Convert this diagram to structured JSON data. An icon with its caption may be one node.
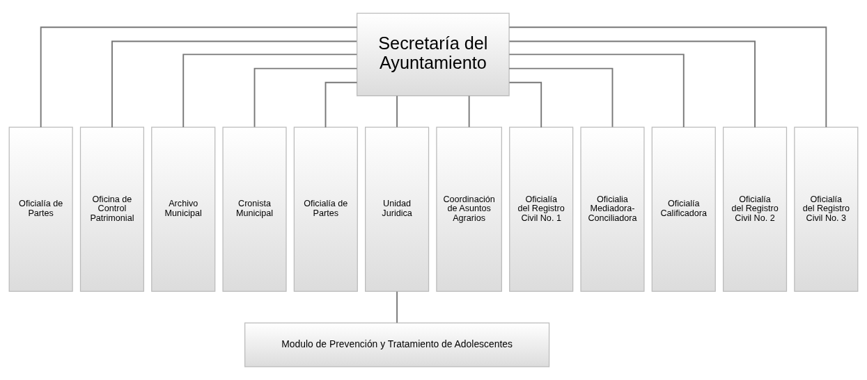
{
  "diagram": {
    "nodes": [
      {
        "text": [
          "Secretaría del Ayuntamiento"
        ]
      },
      {
        "text": [
          "Oficialía de Partes"
        ]
      },
      {
        "text": [
          "Oficina de Control Patrimonial"
        ]
      },
      {
        "text": [
          "Archivo Municipal"
        ]
      },
      {
        "text": [
          "Cronista Municipal"
        ]
      },
      {
        "text": [
          "Oficialía de Partes"
        ]
      },
      {
        "text": [
          "Unidad Juridica"
        ]
      },
      {
        "text": [
          "Coordinación de Asuntos Agrarios"
        ]
      },
      {
        "text": [
          "Oficialía del Registro Civil No. 1"
        ]
      },
      {
        "text": [
          "Oficialia Mediadora-Conciliadora"
        ]
      },
      {
        "text": [
          "Oficialía Calificadora"
        ]
      },
      {
        "text": [
          "Oficialía del Registro Civil No. 2"
        ]
      },
      {
        "text": [
          "Oficialía del Registro Civil No. 3"
        ]
      },
      {
        "text": [
          "Modulo de Prevención y Tratamiento de Adolescentes"
        ]
      }
    ],
    "edges": [
      {
        "from": 0,
        "to": 1,
        "arrow": "none"
      },
      {
        "from": 0,
        "to": 2,
        "arrow": "none"
      },
      {
        "from": 0,
        "to": 3,
        "arrow": "none"
      },
      {
        "from": 0,
        "to": 4,
        "arrow": "none"
      },
      {
        "from": 0,
        "to": 5,
        "arrow": "none"
      },
      {
        "from": 0,
        "to": 6,
        "arrow": "none"
      },
      {
        "from": 0,
        "to": 7,
        "arrow": "none"
      },
      {
        "from": 0,
        "to": 8,
        "arrow": "none"
      },
      {
        "from": 0,
        "to": 9,
        "arrow": "none"
      },
      {
        "from": 0,
        "to": 10,
        "arrow": "none"
      },
      {
        "from": 0,
        "to": 11,
        "arrow": "none"
      },
      {
        "from": 0,
        "to": 12,
        "arrow": "none"
      },
      {
        "from": 6,
        "to": 13,
        "arrow": "none"
      }
    ]
  }
}
